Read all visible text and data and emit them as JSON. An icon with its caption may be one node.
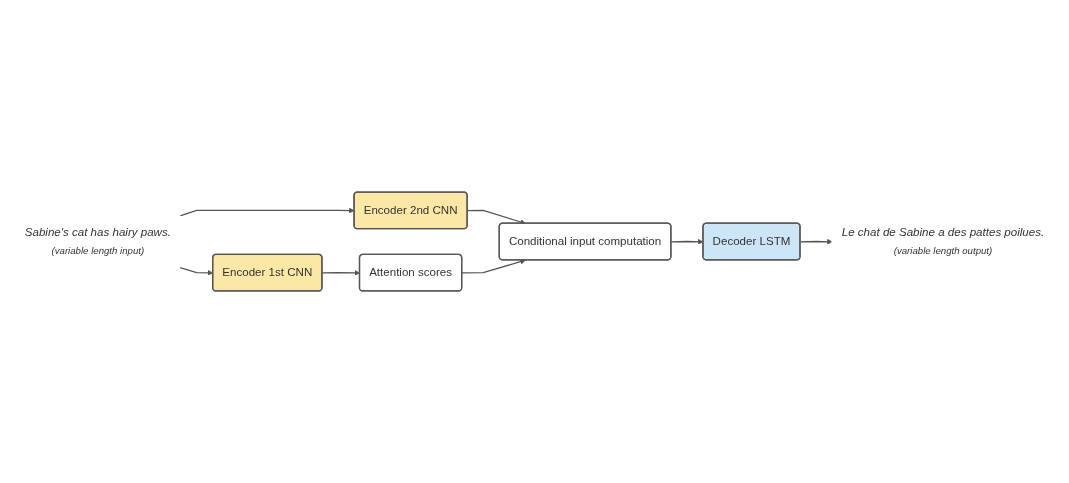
{
  "diagram": {
    "nodes": [
      {
        "text": [
          "Sabine's cat has hairy paws.",
          "(variable length input)"
        ]
      },
      {
        "text": [
          "Encoder 1st CNN"
        ]
      },
      {
        "text": [
          "Encoder 2nd CNN"
        ]
      },
      {
        "text": [
          "Attention scores"
        ]
      },
      {
        "text": [
          "Conditional input computation"
        ]
      },
      {
        "text": [
          "Decoder LSTM"
        ]
      },
      {
        "text": [
          "Le chat de Sabine a des pattes poilues.",
          "(variable length output)"
        ]
      }
    ],
    "edges": [
      {
        "from": 0,
        "to": 1,
        "arrow": "to"
      },
      {
        "from": 0,
        "to": 2,
        "arrow": "to"
      },
      {
        "from": 1,
        "to": 3,
        "arrow": "to"
      },
      {
        "from": 2,
        "to": 4,
        "arrow": "to"
      },
      {
        "from": 3,
        "to": 4,
        "arrow": "to"
      },
      {
        "from": 4,
        "to": 5,
        "arrow": "to"
      },
      {
        "from": 5,
        "to": 6,
        "arrow": "to"
      }
    ]
  }
}
